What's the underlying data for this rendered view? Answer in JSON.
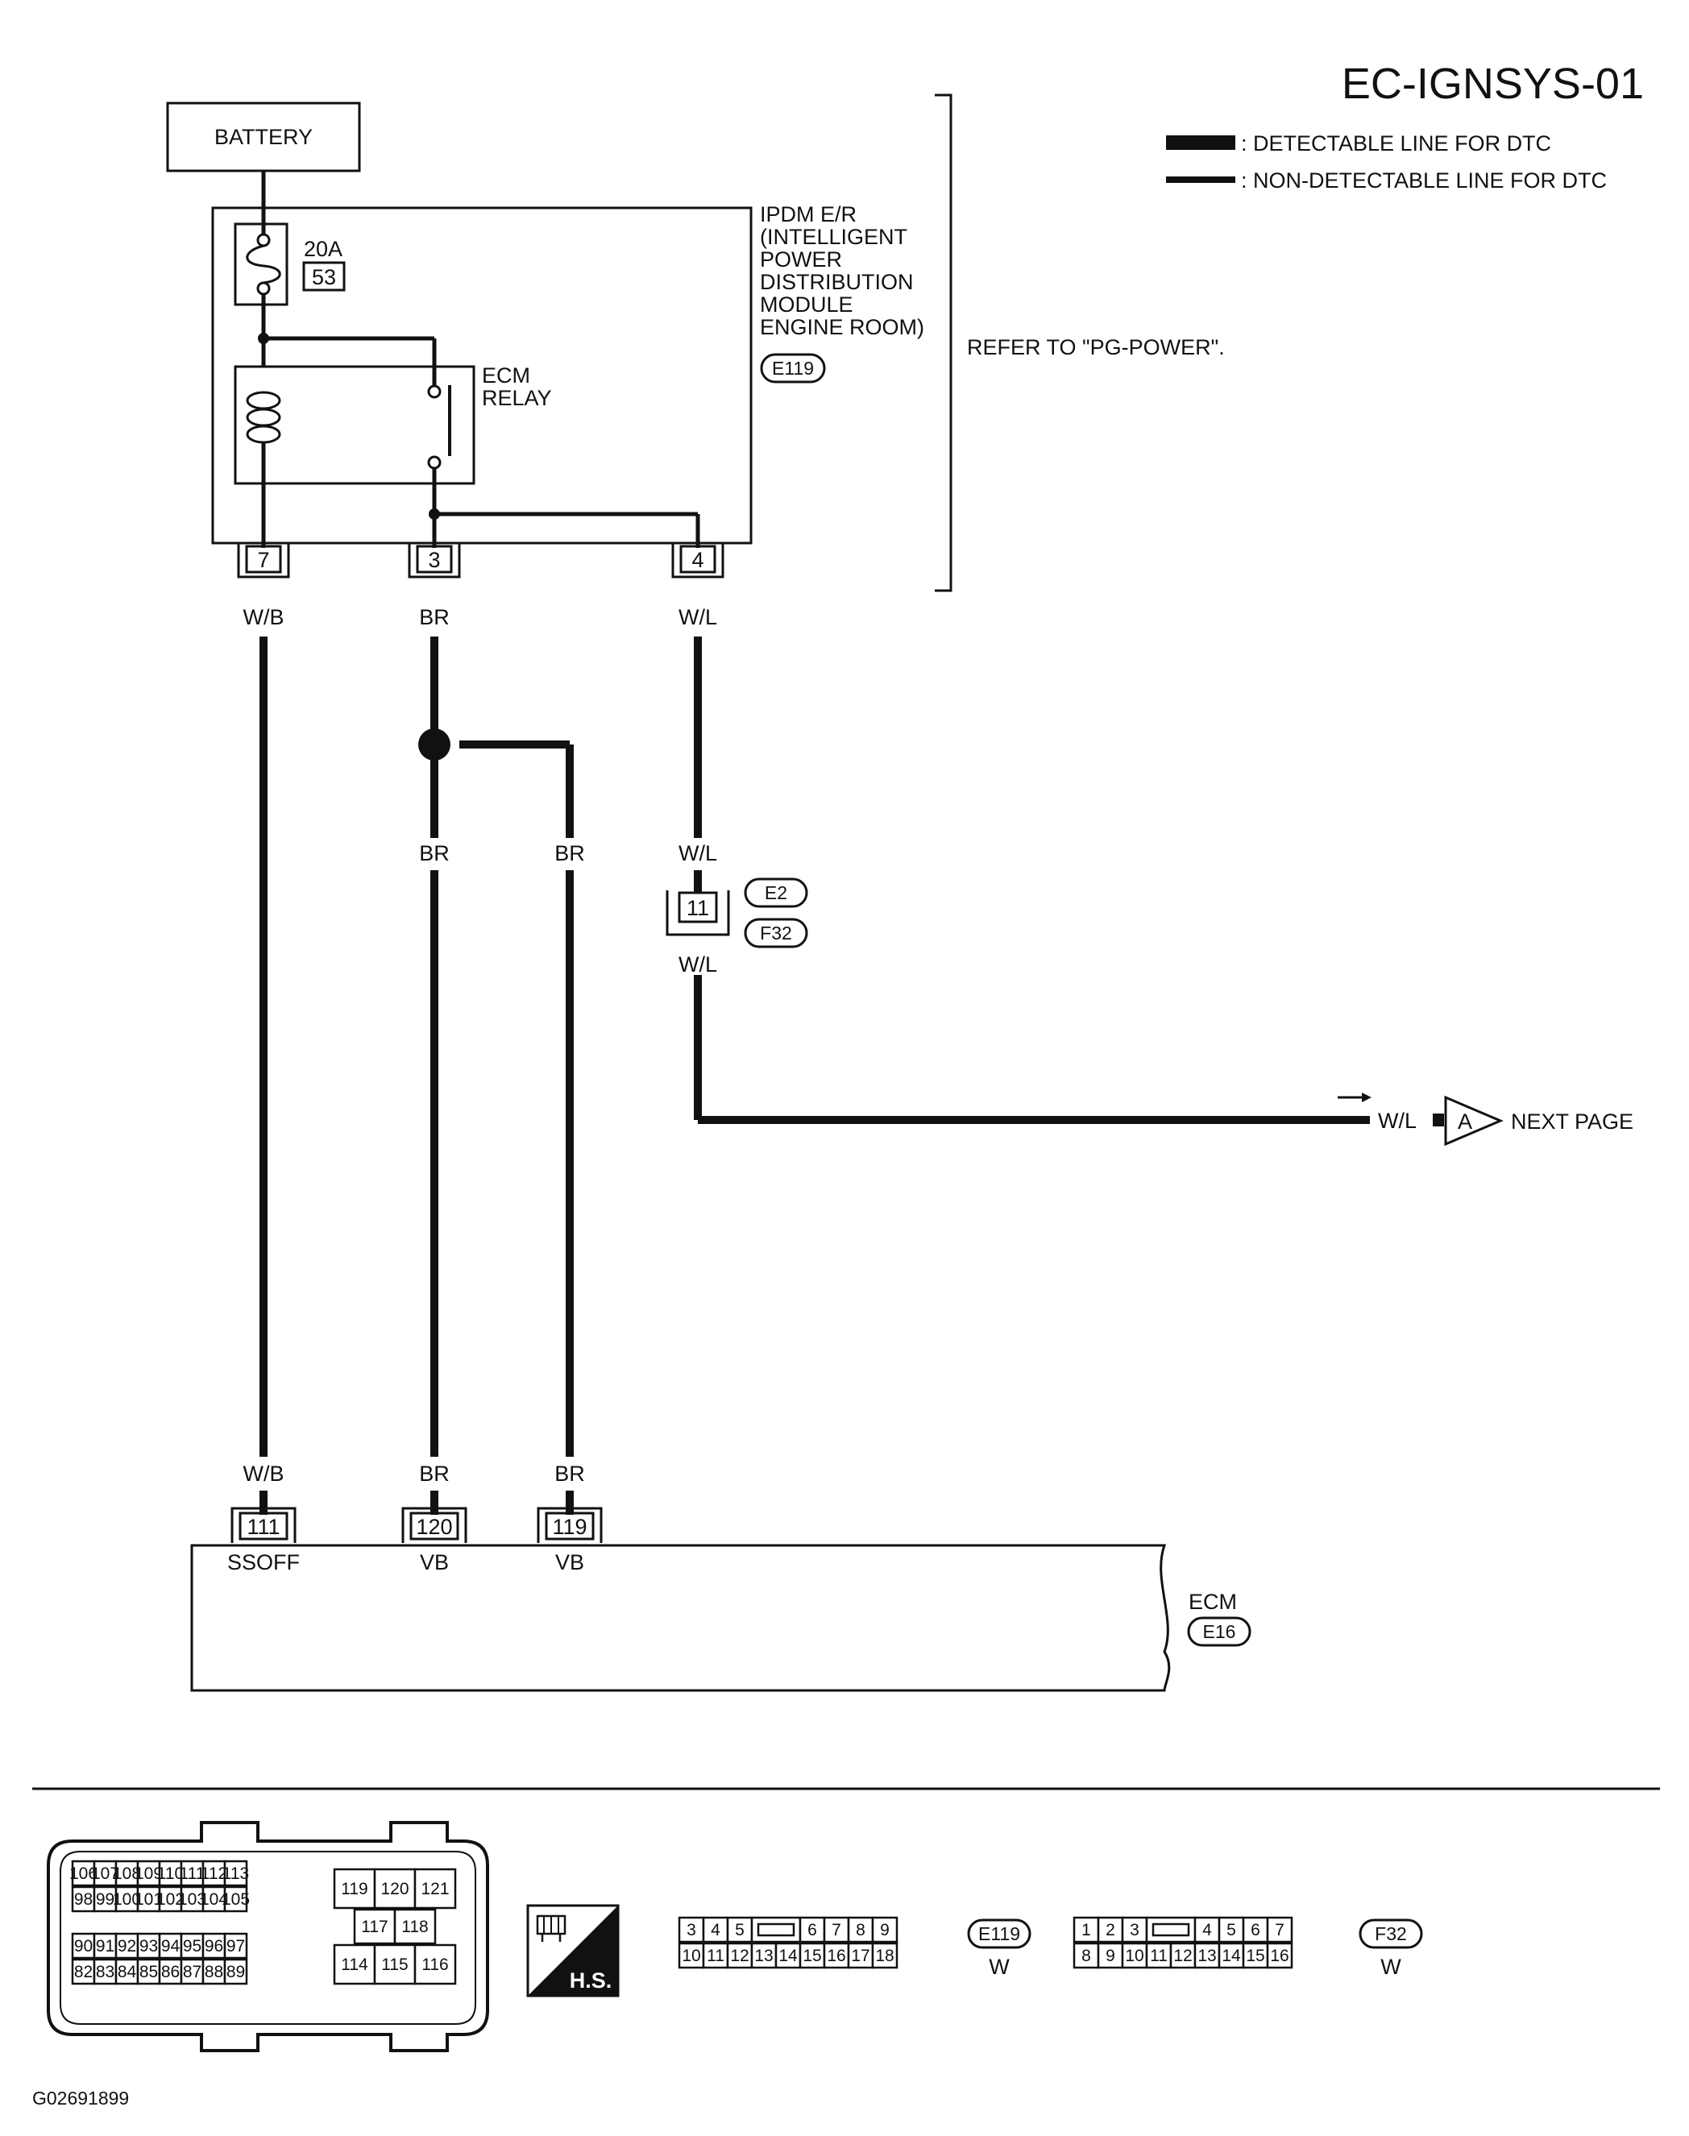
{
  "title": "EC-IGNSYS-01",
  "legend": {
    "detectable": ": DETECTABLE LINE FOR DTC",
    "non_detectable": ": NON-DETECTABLE LINE FOR DTC"
  },
  "battery": "BATTERY",
  "fuse": {
    "rating": "20A",
    "number": "53"
  },
  "relay": {
    "line1": "ECM",
    "line2": "RELAY"
  },
  "ipdm": {
    "lines": [
      "IPDM E/R",
      "(INTELLIGENT",
      "POWER",
      "DISTRIBUTION",
      "MODULE",
      "ENGINE ROOM)"
    ],
    "connector": "E119"
  },
  "refer": "REFER TO \"PG-POWER\".",
  "ipdm_terminals": [
    "7",
    "3",
    "4"
  ],
  "wire_colors": {
    "wb": "W/B",
    "br": "BR",
    "wl": "W/L"
  },
  "joint": {
    "terminal": "11",
    "connector_top": "E2",
    "connector_bottom": "F32"
  },
  "next_page": {
    "wire": "W/L",
    "letter": "A",
    "label": "NEXT PAGE"
  },
  "ecm": {
    "label": "ECM",
    "connector": "E16",
    "terminals": [
      {
        "num": "111",
        "name": "SSOFF"
      },
      {
        "num": "120",
        "name": "VB"
      },
      {
        "num": "119",
        "name": "VB"
      }
    ]
  },
  "ecm_connector_grid": {
    "row1": [
      "106",
      "107",
      "108",
      "109",
      "110",
      "111",
      "112",
      "113"
    ],
    "row2": [
      "98",
      "99",
      "100",
      "101",
      "102",
      "103",
      "104",
      "105"
    ],
    "row3": [
      "90",
      "91",
      "92",
      "93",
      "94",
      "95",
      "96",
      "97"
    ],
    "row4": [
      "82",
      "83",
      "84",
      "85",
      "86",
      "87",
      "88",
      "89"
    ],
    "right_top": [
      "119",
      "120",
      "121"
    ],
    "right_mid": [
      "117",
      "118"
    ],
    "right_bot": [
      "114",
      "115",
      "116"
    ]
  },
  "hs_label": "H.S.",
  "e119_connector": {
    "name": "E119",
    "color": "W",
    "top_left": [
      "3",
      "4",
      "5"
    ],
    "top_right": [
      "6",
      "7",
      "8",
      "9"
    ],
    "bottom": [
      "10",
      "11",
      "12",
      "13",
      "14",
      "15",
      "16",
      "17",
      "18"
    ]
  },
  "f32_connector": {
    "name": "F32",
    "color": "W",
    "top_left": [
      "1",
      "2",
      "3"
    ],
    "top_right": [
      "4",
      "5",
      "6",
      "7"
    ],
    "bottom": [
      "8",
      "9",
      "10",
      "11",
      "12",
      "13",
      "14",
      "15",
      "16"
    ]
  },
  "figure_id": "G02691899"
}
